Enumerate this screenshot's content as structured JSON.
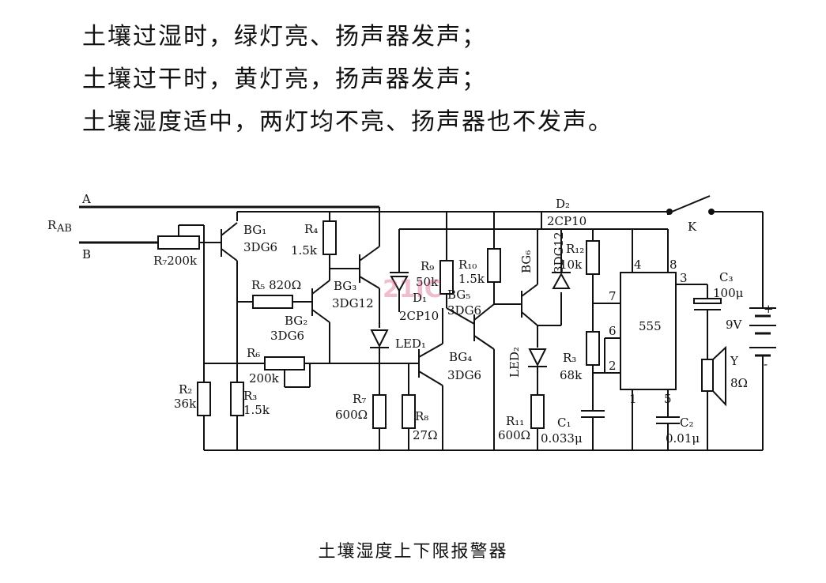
{
  "intro_lines": [
    "土壤过湿时，绿灯亮、扬声器发声；",
    "土壤过干时，黄灯亮，扬声器发声；",
    "土壤湿度适中，两灯均不亮、扬声器也不发声。"
  ],
  "caption": "土壤湿度上下限报警器",
  "watermark": "21IC",
  "labels": {
    "A": "A",
    "B": "B",
    "RAB": "R",
    "RAB_sub": "AB",
    "BG1": "BG₁",
    "BG1_type": "3DG6",
    "RJ": "R₇200k",
    "R4": "R₄",
    "R4_val": "1.5k",
    "R5": "R₅ 820Ω",
    "BG2": "BG₂",
    "BG2_type": "3DG6",
    "BG3": "BG₃",
    "BG3_type": "3DG12",
    "R6": "R₆",
    "R6_val": "200k",
    "R2": "R₂",
    "R2_val": "36k",
    "R3a": "R₃",
    "R3a_val": "1.5k",
    "R7": "R₇",
    "R7_val": "600Ω",
    "R8": "R₈",
    "R8_val": "27Ω",
    "R9": "R₉",
    "R9_val": "50k",
    "D1": "D₁",
    "D1_type": "2CP10",
    "LED1": "LED₁",
    "R10": "R₁₀",
    "R10_val": "1.5k",
    "BG5": "BG₅",
    "BG5_type": "3DG6",
    "BG4": "BG₄",
    "BG4_type": "3DG6",
    "BG6": "BG₆",
    "BG6_type": "3DG12",
    "LED2": "LED₂",
    "R11": "R₁₁",
    "R11_val": "600Ω",
    "D2": "D₂",
    "D2_type": "2CP10",
    "R12": "R₁₂",
    "R12_val": "10k",
    "R3b": "R₃",
    "R3b_val": "68k",
    "C1": "C₁",
    "C1_val": "0.033μ",
    "IC": "555",
    "pin8": "8",
    "pin4": "4",
    "pin7": "7",
    "pin6": "6",
    "pin2": "2",
    "pin1": "1",
    "pin5": "5",
    "pin3": "3",
    "C2": "C₂",
    "C2_val": "0.01μ",
    "C3": "C₃",
    "C3_val": "100μ",
    "K": "K",
    "V": "9V",
    "plus": "+",
    "minus": "-",
    "Y": "Y",
    "Y_val": "8Ω"
  }
}
